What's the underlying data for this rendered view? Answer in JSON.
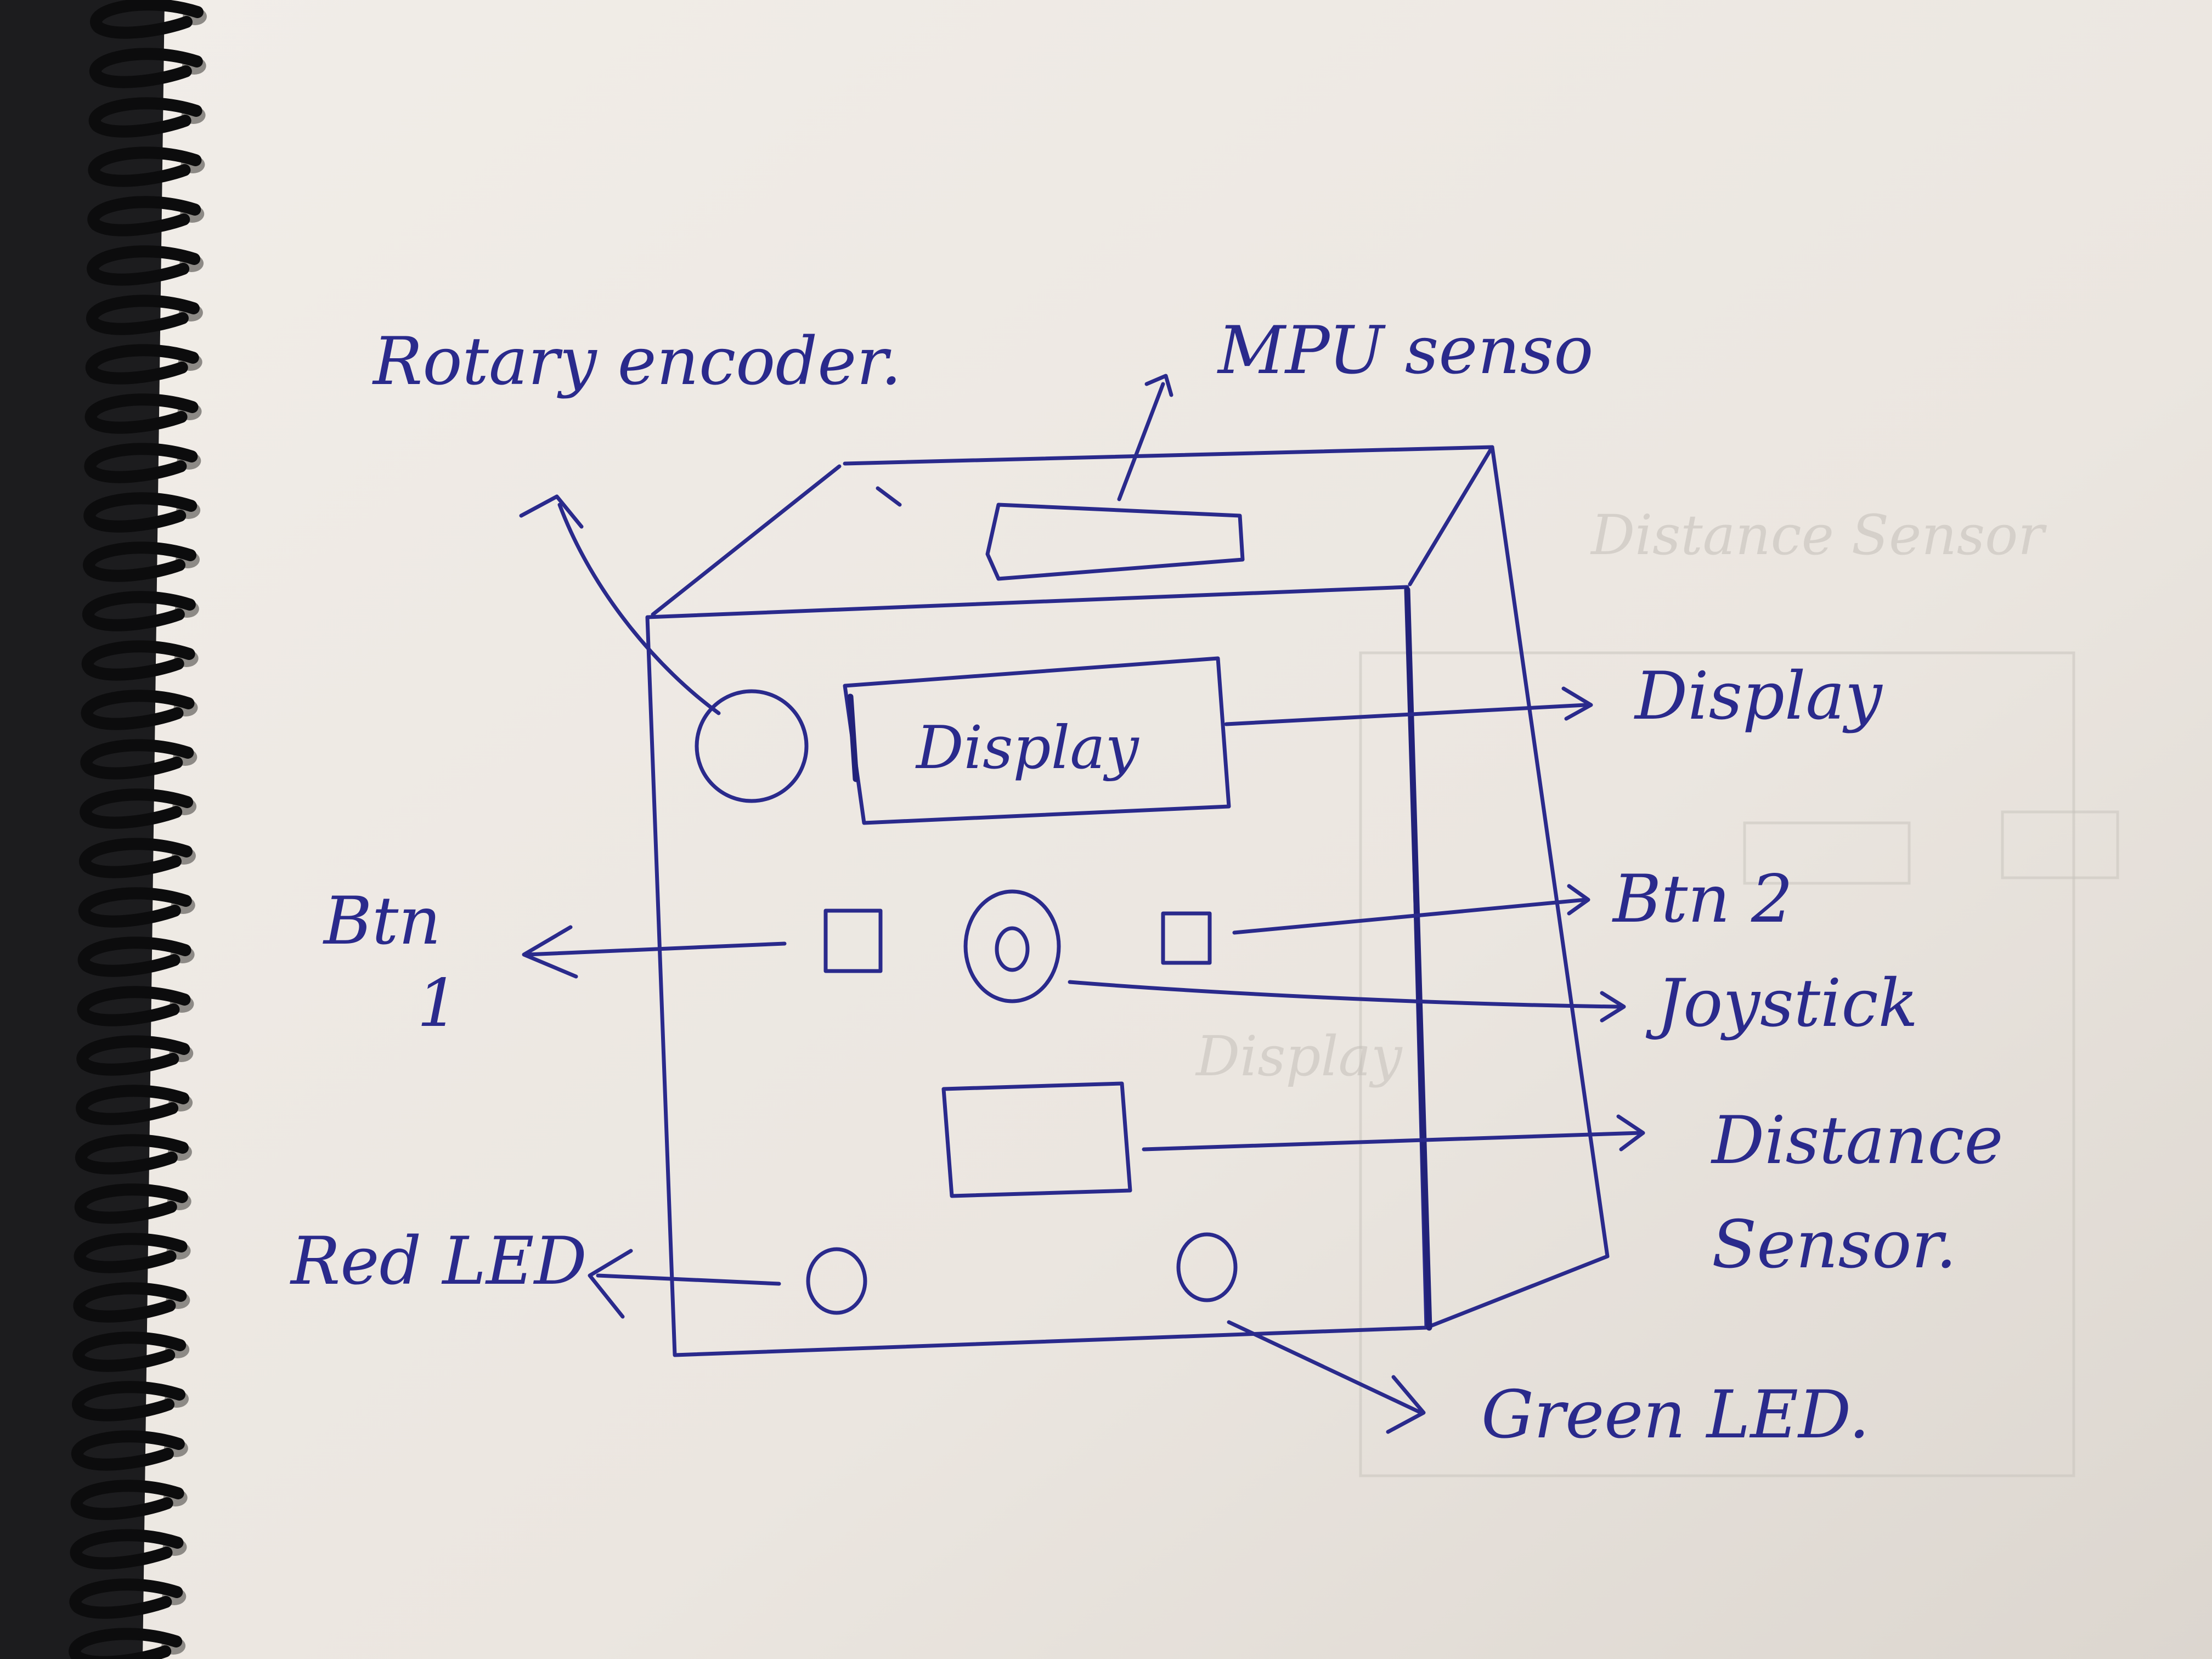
{
  "colors": {
    "ink": "#2a2a8c",
    "paper": "#efebe6",
    "binding": "#1a1a1c"
  },
  "labels": {
    "rotary_encoder": "Rotary encoder.",
    "mpu_sensor": "MPU senso",
    "display_outer": "Display",
    "display_inner": "Display",
    "btn1_line1": "Btn",
    "btn1_line2": "1",
    "btn2": "Btn 2",
    "joystick": "Joystick",
    "distance_line1": "Distance",
    "distance_line2": "Sensor.",
    "red_led": "Red LED",
    "green_led": "Green LED."
  },
  "ghost_labels": {
    "ghost_1": "Distance Sensor",
    "ghost_2": "Display"
  }
}
